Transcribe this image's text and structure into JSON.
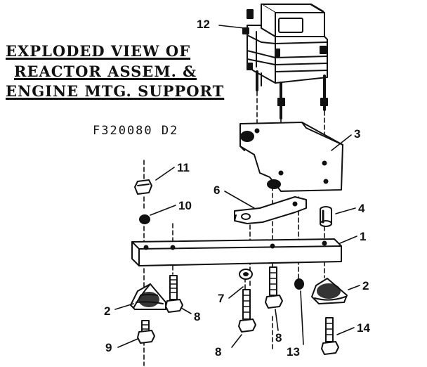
{
  "title": {
    "line1": "EXPLODED VIEW OF",
    "line2": "REACTOR ASSEM. &",
    "line3": "ENGINE MTG. SUPPORT"
  },
  "drawing_code": "F320080 D2",
  "callouts": [
    "12",
    "3",
    "11",
    "6",
    "10",
    "4",
    "1",
    "2",
    "2",
    "7",
    "8",
    "8",
    "8",
    "9",
    "13",
    "14"
  ],
  "parts": {
    "reactor": "reactor",
    "bracket_plate": "bracket-plate",
    "support_bar": "support-bar",
    "link_arm": "link-arm",
    "bushing": "bushing",
    "mount_left": "mount",
    "mount_right": "mount",
    "nut_top": "nut",
    "lockwasher": "lockwasher",
    "washer": "washer",
    "ball": "ball"
  }
}
